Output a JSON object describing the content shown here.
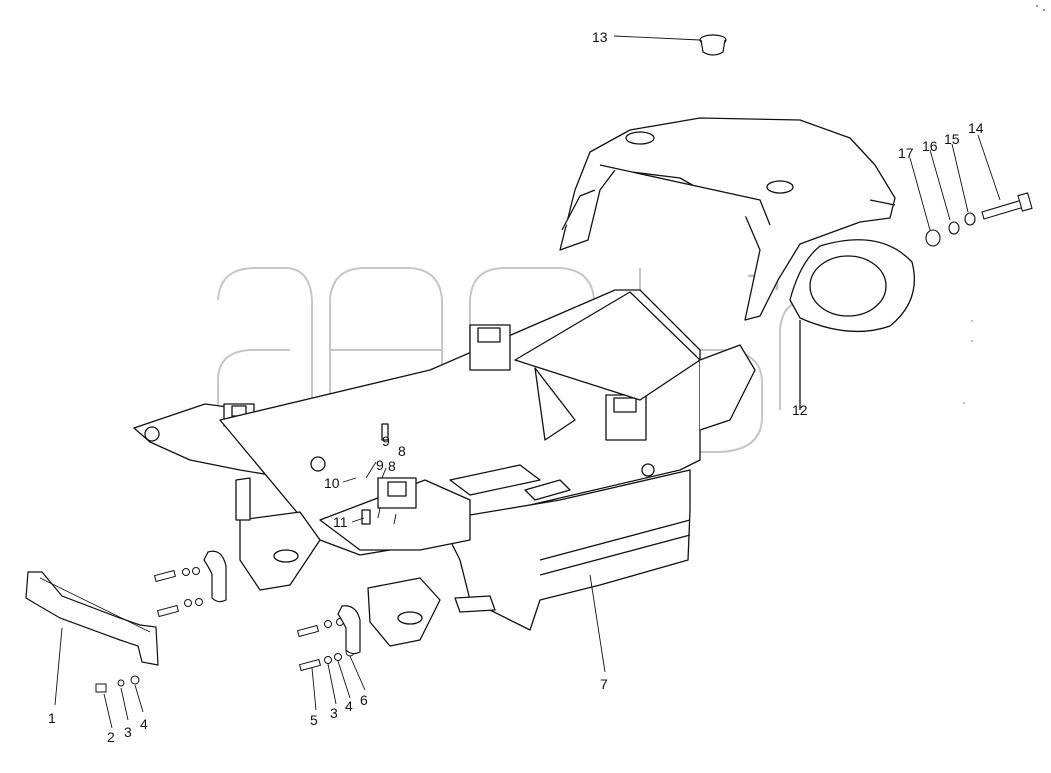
{
  "watermark": {
    "text": "aiab",
    "tm": "TM"
  },
  "callouts": [
    {
      "id": "c1",
      "label": "1"
    },
    {
      "id": "c2",
      "label": "2"
    },
    {
      "id": "c3a",
      "label": "3"
    },
    {
      "id": "c4a",
      "label": "4"
    },
    {
      "id": "c5",
      "label": "5"
    },
    {
      "id": "c3b",
      "label": "3"
    },
    {
      "id": "c4b",
      "label": "4"
    },
    {
      "id": "c6",
      "label": "6"
    },
    {
      "id": "c7",
      "label": "7"
    },
    {
      "id": "c8a",
      "label": "8"
    },
    {
      "id": "c8b",
      "label": "8"
    },
    {
      "id": "c9a",
      "label": "9"
    },
    {
      "id": "c9b",
      "label": "9"
    },
    {
      "id": "c10",
      "label": "10"
    },
    {
      "id": "c11",
      "label": "11"
    },
    {
      "id": "c12",
      "label": "12"
    },
    {
      "id": "c13",
      "label": "13"
    },
    {
      "id": "c14",
      "label": "14"
    },
    {
      "id": "c15",
      "label": "15"
    },
    {
      "id": "c16",
      "label": "16"
    },
    {
      "id": "c17",
      "label": "17"
    }
  ]
}
